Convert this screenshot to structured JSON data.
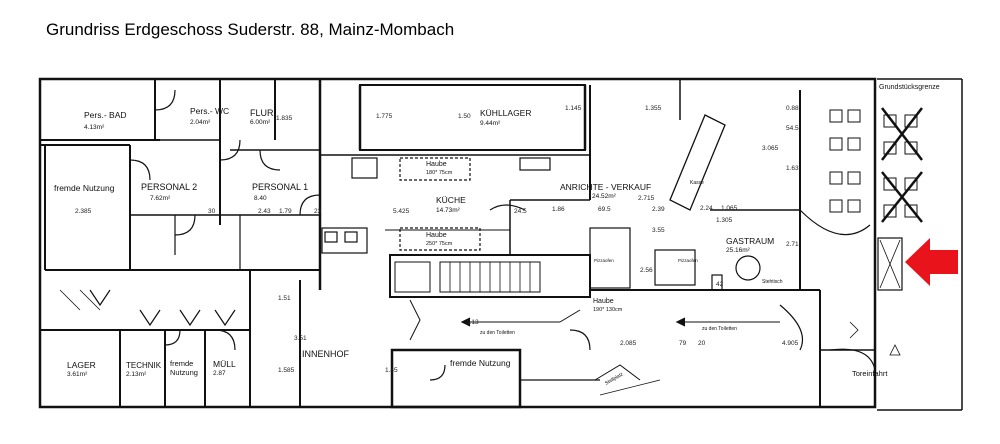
{
  "title": "Grundriss Erdgeschoss Suderstr. 88, Mainz-Mombach",
  "rooms": {
    "bad": "Pers.- BAD",
    "bad_area": "4.13m²",
    "wc": "Pers.- WC",
    "wc_area": "2.04m²",
    "flur": "FLUR",
    "flur_area": "6.00m²",
    "kuehllager": "KÜHLLAGER",
    "kuehllager_area": "9.44m²",
    "fremde1": "fremde Nutzung",
    "personal2": "PERSONAL 2",
    "personal2_area": "7.62m²",
    "personal1": "PERSONAL 1",
    "personal1_area": "8.40",
    "kueche": "KÜCHE",
    "kueche_area": "14.73m²",
    "anrichte": "ANRICHTE - VERKAUF",
    "anrichte_area": "24.52m²",
    "gastraum": "GASTRAUM",
    "gastraum_area": "25.16m²",
    "lager": "LAGER",
    "lager_area": "3.61m²",
    "technik": "TECHNIK",
    "technik_area": "2.13m²",
    "fremde_small_1": "fremde",
    "fremde_small_2": "Nutzung",
    "muell": "MÜLL",
    "muell_area": "2.87",
    "innenhof": "INNENHOF",
    "fremde2": "fremde Nutzung",
    "torseinfahrt": "Toreinfahrt",
    "grenze": "Grundstücksgrenze"
  },
  "fixtures": {
    "haube1": "Haube",
    "haube1_dim": "180* 75cm",
    "haube2": "Haube",
    "haube2_dim": "250* 75cm",
    "haube3": "Haube",
    "haube3_dim": "190* 130cm",
    "kasse": "Kasse",
    "stehtisch": "Stehtisch",
    "pizza1": "Pizzaofen",
    "pizza2": "Pizzaofen",
    "toilette1": "zu den Toiletten",
    "toilette2": "zu den Toiletten",
    "treppe": "Stellplatz"
  },
  "dims": {
    "d1": "2.385",
    "d2": "30",
    "d3": "2.43",
    "d4": "1.79",
    "d5": "23",
    "d6": "5.425",
    "d7": "24.5",
    "d8": "1.86",
    "d9": "69.5",
    "d10": "2.39",
    "d11": "2.24",
    "d12": "1.065",
    "d13": "1.305",
    "d14": "2.085",
    "d15": "79",
    "d16": "20",
    "d17": "4.905",
    "d18": "1.775",
    "d19": "1.50",
    "d20": "1.145",
    "d21": "1.355",
    "d22": "3.065",
    "d23": "54.5",
    "d24": "0.88",
    "d25": "1.63",
    "d26": "2.715",
    "d27": "3.55",
    "d28": "2.71",
    "d29": "1.835",
    "d30": "1.51",
    "d31": "1.585",
    "d32": "3.51",
    "d33": "1.45",
    "d34": "1.13",
    "d35": "2.56",
    "d36": "42"
  },
  "arrow_color": "#e8131b"
}
